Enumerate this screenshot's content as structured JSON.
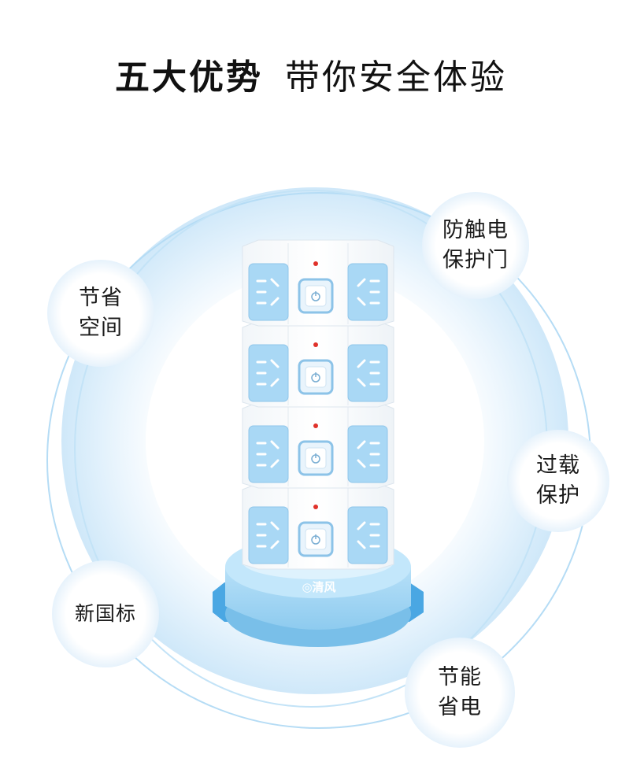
{
  "headline": {
    "bold": "五大优势",
    "light": "带你安全体验"
  },
  "features": [
    {
      "line1": "防触电",
      "line2": "保护门"
    },
    {
      "line1": "节省",
      "line2": "空间"
    },
    {
      "line1": "过载",
      "line2": "保护"
    },
    {
      "line1": "新国标",
      "line2": ""
    },
    {
      "line1": "节能",
      "line2": "省电"
    }
  ],
  "product": {
    "brand_logo": "清风",
    "tiers": 4,
    "colors": {
      "accent": "#a9d8f5",
      "body": "#ffffff",
      "base": "#9fd3f2",
      "ring": "#c6e4f7",
      "indicator": "#e0322b"
    }
  }
}
